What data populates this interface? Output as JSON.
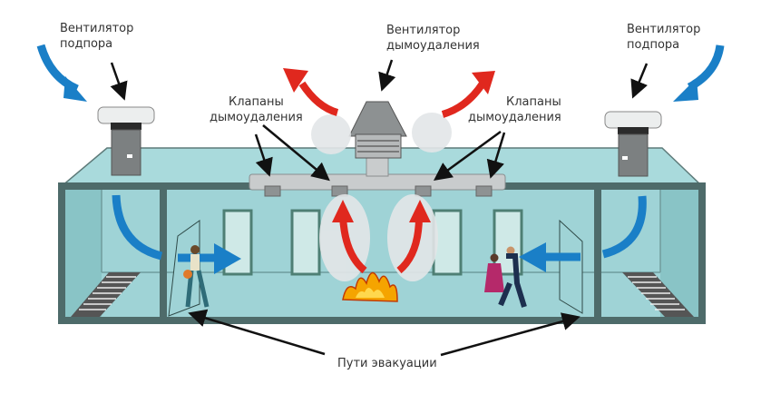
{
  "diagram": {
    "title": "Smoke ventilation system scheme",
    "labels": {
      "supply_fan_left": [
        "Вентилятор",
        "подпора"
      ],
      "supply_fan_right": [
        "Вентилятор",
        "подпора"
      ],
      "smoke_exhaust_fan": [
        "Вентилятор",
        "дымоудаления"
      ],
      "smoke_valves_left": [
        "Клапаны",
        "дымоудаления"
      ],
      "smoke_valves_right": [
        "Клапаны",
        "дымоудаления"
      ],
      "evacuation_routes": "Пути эвакуации"
    },
    "colors": {
      "wall": "#4e6b6a",
      "room": "#9fd3d6",
      "roof": "#a9dadc",
      "duct": "#c9cccd",
      "fresh_air_arrow": "#1a7fc7",
      "smoke_arrow": "#e0281e",
      "fire": "#f5a400"
    },
    "components": [
      "supply-fan-left",
      "supply-fan-right",
      "smoke-exhaust-fan",
      "smoke-valve-1",
      "smoke-valve-2",
      "smoke-valve-3",
      "smoke-valve-4",
      "fire-source",
      "stairwell-left",
      "stairwell-right",
      "corridor"
    ]
  }
}
